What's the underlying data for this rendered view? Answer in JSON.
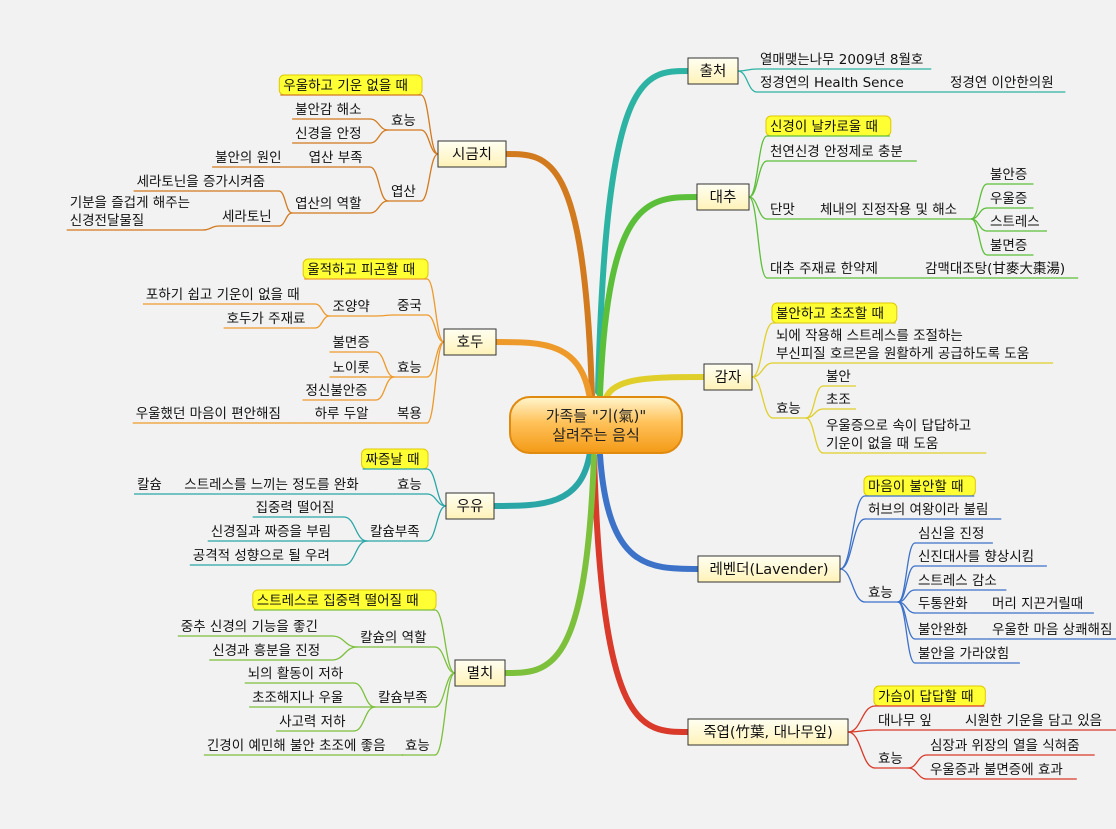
{
  "center": {
    "line1": "가족들 \"기(氣)\"",
    "line2": "살려주는 음식"
  },
  "colors": {
    "teal": "#2db3a3",
    "green": "#5cbf3a",
    "yellow": "#e0cf2a",
    "blue": "#3d72c9",
    "red": "#d93a2a",
    "orange": "#ee9a2a",
    "brown": "#d27a1e",
    "cyan": "#2aa6a6",
    "lime": "#7cc03c",
    "highlight": "#ffff33"
  },
  "branches": [
    {
      "id": "source",
      "label": "출처",
      "color": "teal",
      "items": [
        {
          "text": "열매맺는나무 2009년 8월호"
        },
        {
          "text": "정경연의 Health Sence",
          "children": [
            {
              "text": "정경연 이안한의원"
            }
          ]
        }
      ]
    },
    {
      "id": "jujube",
      "label": "대추",
      "color": "green",
      "items": [
        {
          "text": "신경이 날카로울 때",
          "hl": true
        },
        {
          "text": "천연신경 안정제로 충분"
        },
        {
          "text": "단맛",
          "children": [
            {
              "text": "체내의 진정작용 및 해소",
              "children": [
                {
                  "text": "불안증"
                },
                {
                  "text": "우울증"
                },
                {
                  "text": "스트레스"
                },
                {
                  "text": "불면증"
                }
              ]
            }
          ]
        },
        {
          "text": "대추 주재료 한약제",
          "children": [
            {
              "text": "감맥대조탕(甘麥大棗湯)"
            }
          ]
        }
      ]
    },
    {
      "id": "potato",
      "label": "감자",
      "color": "yellow",
      "items": [
        {
          "text": "불안하고 초조할 때",
          "hl": true
        },
        {
          "text": "뇌에 작용해 스트레스를 조절하는 부신피질 호르몬을 원활하게 공급하도록 도움",
          "lines": [
            "뇌에 작용해 스트레스를 조절하는",
            "부신피질 호르몬을 원활하게 공급하도록 도움"
          ]
        },
        {
          "text": "효능",
          "children": [
            {
              "text": "불안"
            },
            {
              "text": "초조"
            },
            {
              "text": "우울증으로 속이 답답하고 기운이 없을 때 도움",
              "lines": [
                "우울증으로 속이 답답하고",
                "기운이 없을 때 도움"
              ]
            }
          ]
        }
      ]
    },
    {
      "id": "lavender",
      "label": "레벤더(Lavender)",
      "color": "blue",
      "items": [
        {
          "text": "마음이 불안할 때",
          "hl": true
        },
        {
          "text": "허브의 여왕이라 불림"
        },
        {
          "text": "효능",
          "children": [
            {
              "text": "심신을 진정"
            },
            {
              "text": "신진대사를 향상시킴"
            },
            {
              "text": "스트레스 감소"
            },
            {
              "text": "두통완화",
              "children": [
                {
                  "text": "머리 지끈거릴때"
                }
              ]
            },
            {
              "text": "불안완화",
              "children": [
                {
                  "text": "우울한 마음 상쾌해짐"
                }
              ]
            },
            {
              "text": "불안을 가라앉힘"
            }
          ]
        }
      ]
    },
    {
      "id": "bamboo",
      "label": "죽엽(竹葉, 대나무잎)",
      "color": "red",
      "items": [
        {
          "text": "가슴이 답답할 때",
          "hl": true
        },
        {
          "text": "대나무 잎",
          "children": [
            {
              "text": "시원한 기운을 담고 있음"
            }
          ]
        },
        {
          "text": "효능",
          "children": [
            {
              "text": "심장과 위장의 열을 식혀줌"
            },
            {
              "text": "우울증과 불면증에 효과"
            }
          ]
        }
      ]
    },
    {
      "id": "spinach",
      "label": "시금치",
      "color": "brown",
      "items": [
        {
          "text": "우울하고 기운 없을 때",
          "hl": true
        },
        {
          "text": "효능",
          "children": [
            {
              "text": "불안감 해소"
            },
            {
              "text": "신경을 안정"
            }
          ]
        },
        {
          "text": "엽산",
          "children": [
            {
              "text": "엽산 부족",
              "children": [
                {
                  "text": "불안의 원인"
                }
              ]
            },
            {
              "text": "엽산의 역할",
              "children": [
                {
                  "text": "세라토닌을 증가시켜줌"
                },
                {
                  "text": "세라토닌",
                  "children": [
                    {
                      "text": "기분을 즐겁게 해주는 신경전달물질",
                      "lines": [
                        "기분을 즐겁게 해주는",
                        "신경전달물질"
                      ]
                    }
                  ]
                }
              ]
            }
          ]
        }
      ]
    },
    {
      "id": "walnut",
      "label": "호두",
      "color": "orange",
      "items": [
        {
          "text": "울적하고 피곤할 때",
          "hl": true
        },
        {
          "text": "중국",
          "children": [
            {
              "text": "조양약",
              "children": [
                {
                  "text": "포하기 쉽고 기운이 없을 때"
                },
                {
                  "text": "호두가 주재료"
                }
              ]
            }
          ]
        },
        {
          "text": "효능",
          "children": [
            {
              "text": "불면증"
            },
            {
              "text": "노이롯"
            },
            {
              "text": "정신불안증"
            }
          ]
        },
        {
          "text": "복용",
          "children": [
            {
              "text": "하루 두알",
              "children": [
                {
                  "text": "우울했던 마음이 편안해짐"
                }
              ]
            }
          ]
        }
      ]
    },
    {
      "id": "milk",
      "label": "우유",
      "color": "cyan",
      "items": [
        {
          "text": "짜증날 때",
          "hl": true
        },
        {
          "text": "효능",
          "children": [
            {
              "text": "스트레스를 느끼는 정도를 완화",
              "children": [
                {
                  "text": "칼슘"
                }
              ]
            }
          ]
        },
        {
          "text": "칼슘부족",
          "children": [
            {
              "text": "집중력 떨어짐"
            },
            {
              "text": "신경질과 짜증을 부림"
            },
            {
              "text": "공격적 성향으로 될 우려"
            }
          ]
        }
      ]
    },
    {
      "id": "anchovy",
      "label": "멸치",
      "color": "lime",
      "items": [
        {
          "text": "스트레스로 집중력 떨어질 때",
          "hl": true
        },
        {
          "text": "칼슘의 역할",
          "children": [
            {
              "text": "중추 신경의 기능을 좋긴"
            },
            {
              "text": "신경과 흥분을 진정"
            }
          ]
        },
        {
          "text": "칼슘부족",
          "children": [
            {
              "text": "뇌의 활동이 저하"
            },
            {
              "text": "초조해지나 우울"
            },
            {
              "text": "사고력 저하"
            }
          ]
        },
        {
          "text": "효능",
          "children": [
            {
              "text": "긴경이 예민해 불안 초조에 좋음"
            }
          ]
        }
      ]
    }
  ]
}
